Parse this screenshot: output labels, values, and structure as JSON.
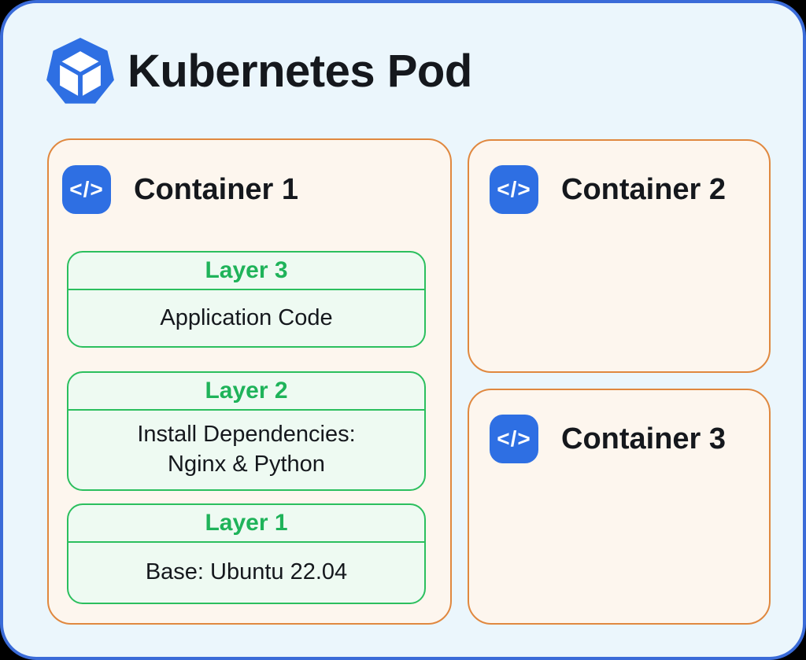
{
  "colors": {
    "page_bg": "#000000",
    "panel_bg": "#ebf6fc",
    "panel_border": "#3a6bd8",
    "container_bg": "#fdf6ee",
    "container_border": "#e0883f",
    "layer_bg": "#eefaf2",
    "layer_border": "#2bbf5e",
    "layer_title": "#1fb35a",
    "icon_bg": "#2e6fe3",
    "text": "#15181d"
  },
  "header": {
    "title": "Kubernetes Pod",
    "logo_icon": "kubernetes-logo-icon"
  },
  "icons": {
    "code_glyph": "</>",
    "code_icon_name": "code-icon"
  },
  "containers": [
    {
      "title": "Container 1",
      "layers": [
        {
          "title": "Layer 3",
          "body": "Application Code"
        },
        {
          "title": "Layer 2",
          "body": "Install Dependencies:\nNginx & Python"
        },
        {
          "title": "Layer 1",
          "body": "Base: Ubuntu 22.04"
        }
      ]
    },
    {
      "title": "Container 2",
      "layers": []
    },
    {
      "title": "Container 3",
      "layers": []
    }
  ]
}
